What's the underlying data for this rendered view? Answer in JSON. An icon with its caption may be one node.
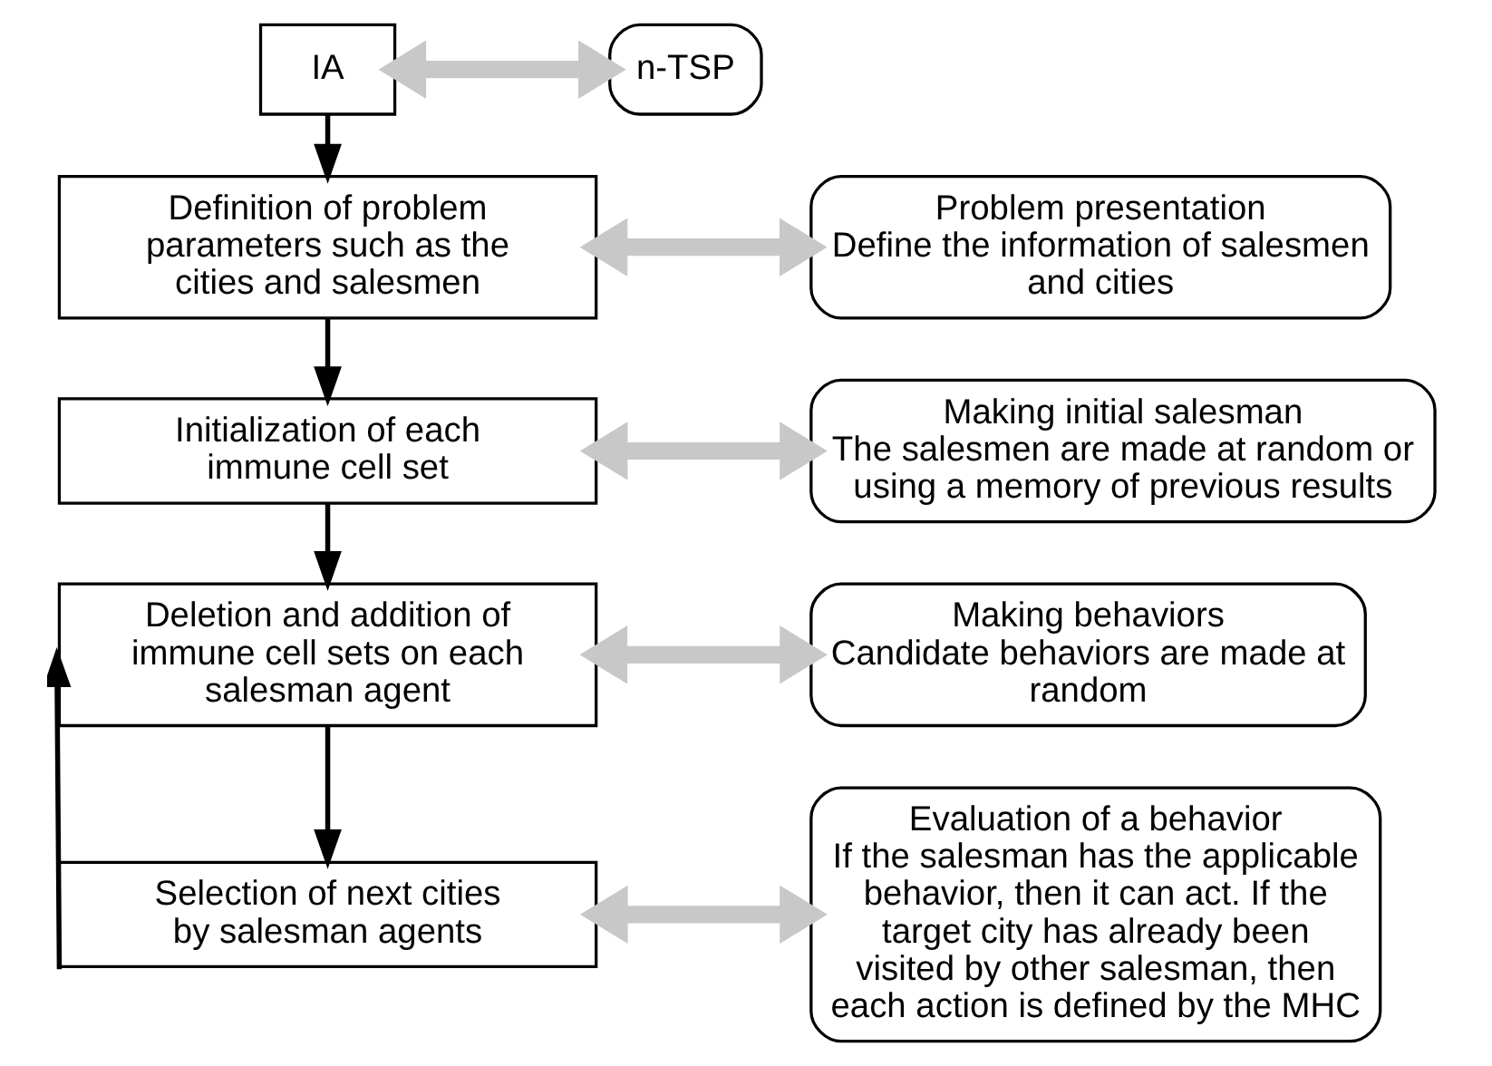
{
  "diagram": {
    "nodes": [
      {
        "text": [
          "IA"
        ]
      },
      {
        "text": [
          "n-TSP"
        ]
      },
      {
        "text": [
          "Definition of problem parameters such as the cities and salesmen"
        ]
      },
      {
        "text": [
          "Problem presentation",
          "Define the information of salesmen and cities"
        ]
      },
      {
        "text": [
          "Initialization of each immune cell set"
        ]
      },
      {
        "text": [
          "Making initial salesman",
          "The salesmen are made at random or using a memory of previous results"
        ]
      },
      {
        "text": [
          "Deletion and addition of immune cell sets on each salesman agent"
        ]
      },
      {
        "text": [
          "Making behaviors",
          "Candidate behaviors are made at random"
        ]
      },
      {
        "text": [
          "Selection of next cities by salesman agents"
        ]
      },
      {
        "text": [
          "Evaluation of a behavior",
          "If the salesman has the applicable behavior, then it can act. If the target city has already been visited by other salesman, then each action is defined by the MHC"
        ]
      }
    ],
    "edges": [
      {
        "from": 0,
        "to": 1,
        "arrow": "both",
        "style": "thick",
        "color": "#c8c8c8"
      },
      {
        "from": 0,
        "to": 2,
        "arrow": "to",
        "color": "#000000"
      },
      {
        "from": 2,
        "to": 3,
        "arrow": "both",
        "style": "thick",
        "color": "#c8c8c8"
      },
      {
        "from": 2,
        "to": 4,
        "arrow": "to",
        "color": "#000000"
      },
      {
        "from": 4,
        "to": 5,
        "arrow": "both",
        "style": "thick",
        "color": "#c8c8c8"
      },
      {
        "from": 4,
        "to": 6,
        "arrow": "to",
        "color": "#000000"
      },
      {
        "from": 6,
        "to": 7,
        "arrow": "both",
        "style": "thick",
        "color": "#c8c8c8"
      },
      {
        "from": 6,
        "to": 8,
        "arrow": "to",
        "color": "#000000"
      },
      {
        "from": 8,
        "to": 9,
        "arrow": "both",
        "style": "thick",
        "color": "#c8c8c8"
      },
      {
        "from": 8,
        "to": 6,
        "arrow": "to",
        "color": "#000000"
      }
    ]
  }
}
